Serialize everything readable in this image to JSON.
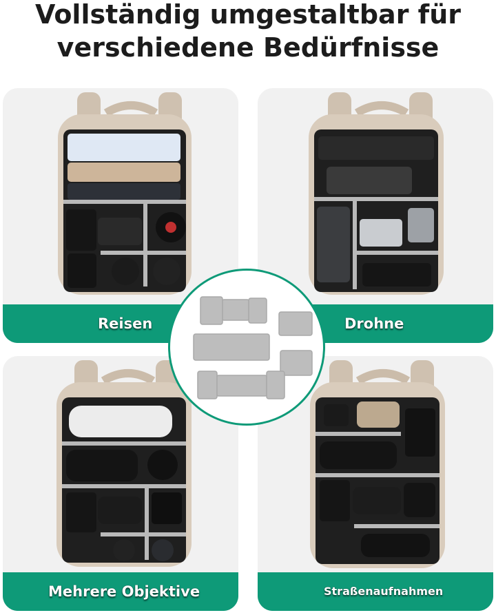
{
  "headline": {
    "line1": "Vollständig umgestaltbar für",
    "line2": "verschiedene Bedürfnisse"
  },
  "panels": [
    {
      "label": "Reisen",
      "image": "backpack-travel"
    },
    {
      "label": "Drohne",
      "image": "backpack-drone"
    },
    {
      "label": "Mehrere Objektive",
      "image": "backpack-multiple-lenses"
    },
    {
      "label": "Straßenaufnahmen",
      "image": "backpack-street-photography"
    }
  ],
  "center": {
    "image": "divider-inserts"
  },
  "colors": {
    "accent": "#0e9a78",
    "bag": "#d8cbbb",
    "divider": "#b9b9b9",
    "interior": "#1e1e1e"
  }
}
